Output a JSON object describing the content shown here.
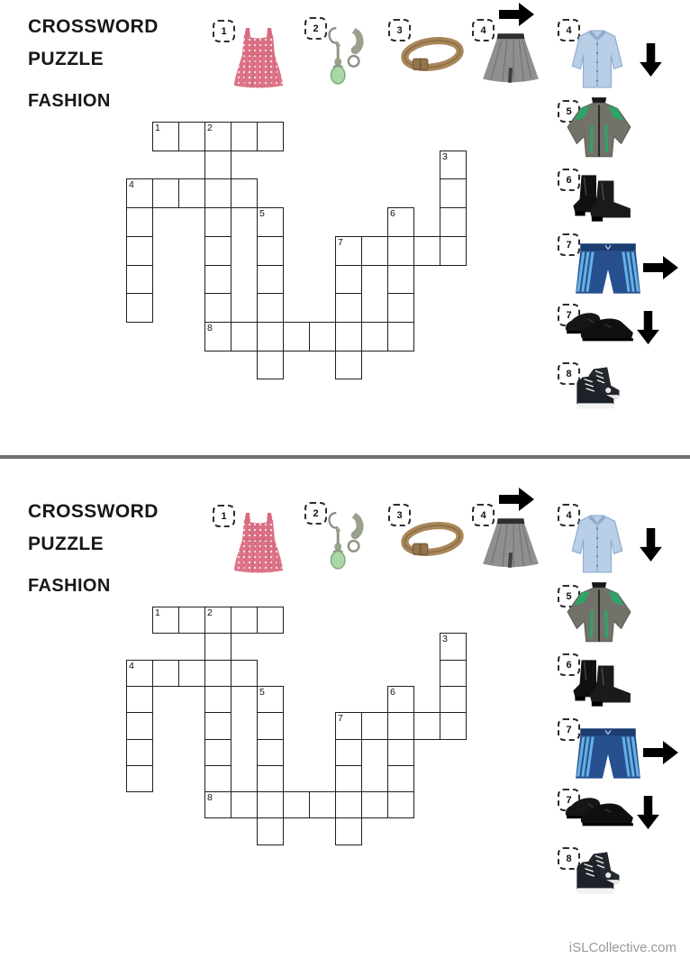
{
  "page": {
    "watermark": "iSLCollective.com",
    "divider_color": "#6e6e71",
    "background": "#ffffff"
  },
  "worksheet": {
    "title_line1": "CROSSWORD",
    "title_line2": "PUZZLE",
    "subtitle": "FASHION"
  },
  "clues": {
    "strip": [
      {
        "num": "1",
        "item": "dress",
        "arrow": null
      },
      {
        "num": "2",
        "item": "earrings",
        "arrow": null
      },
      {
        "num": "3",
        "item": "belt",
        "arrow": null
      },
      {
        "num": "4",
        "item": "skirt",
        "arrow": "right"
      }
    ],
    "column": [
      {
        "num": "4",
        "item": "shirt",
        "arrow": "down"
      },
      {
        "num": "5",
        "item": "jacket",
        "arrow": null
      },
      {
        "num": "6",
        "item": "boots",
        "arrow": null
      },
      {
        "num": "7",
        "item": "shorts",
        "arrow": "right"
      },
      {
        "num": "7",
        "item": "shoes",
        "arrow": "down"
      },
      {
        "num": "8",
        "item": "sneakers",
        "arrow": null
      }
    ]
  },
  "crossword": {
    "rows": 9,
    "cols": 13,
    "words": [
      {
        "num": "1",
        "row": 0,
        "col": 1,
        "dir": "across",
        "len": 5
      },
      {
        "num": "2",
        "row": 0,
        "col": 3,
        "dir": "down",
        "len": 8
      },
      {
        "num": "3",
        "row": 1,
        "col": 12,
        "dir": "down",
        "len": 4
      },
      {
        "num": "4",
        "row": 2,
        "col": 0,
        "dir": "across",
        "len": 5
      },
      {
        "num": "4",
        "row": 2,
        "col": 0,
        "dir": "down",
        "len": 5
      },
      {
        "num": "5",
        "row": 3,
        "col": 5,
        "dir": "down",
        "len": 6
      },
      {
        "num": "6",
        "row": 3,
        "col": 10,
        "dir": "down",
        "len": 5
      },
      {
        "num": "7",
        "row": 4,
        "col": 8,
        "dir": "across",
        "len": 5
      },
      {
        "num": "7",
        "row": 4,
        "col": 8,
        "dir": "down",
        "len": 5
      },
      {
        "num": "8",
        "row": 7,
        "col": 3,
        "dir": "across",
        "len": 8
      }
    ]
  },
  "colors": {
    "dress_pink": "#da6e82",
    "earring_green": "#a8d8a4",
    "belt_brown": "#a9875a",
    "skirt_gray": "#8f8f8f",
    "shirt_blue": "#b9cfe7",
    "jacket_gray": "#72726a",
    "jacket_green": "#2fa468",
    "shorts_navy": "#27508f",
    "shorts_stripe": "#64b2e4",
    "footwear_black": "#141414",
    "grid_line": "#1f1f1f"
  }
}
